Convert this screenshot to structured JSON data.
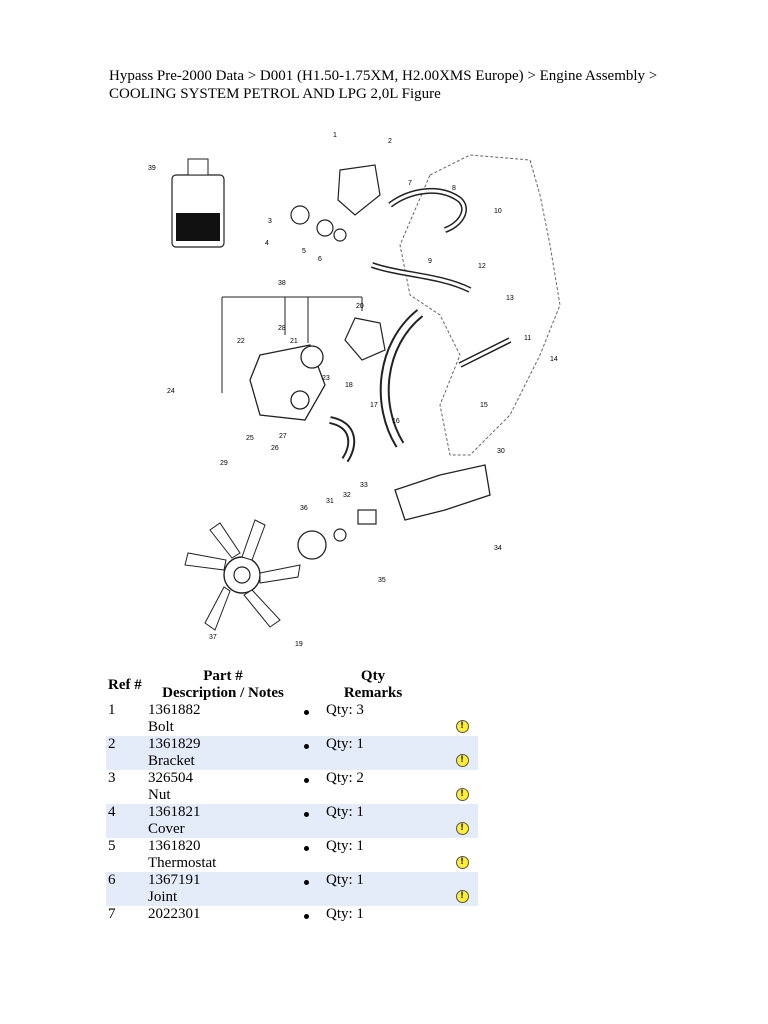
{
  "breadcrumb": "Hypass Pre-2000 Data > D001 (H1.50-1.75XM, H2.00XMS Europe) > Engine Assembly > COOLING SYSTEM PETROL AND LPG 2,0L Figure",
  "figure": {
    "callouts": [
      "1",
      "2",
      "3",
      "4",
      "5",
      "6",
      "7",
      "8",
      "9",
      "10",
      "11",
      "12",
      "13",
      "14",
      "15",
      "16",
      "17",
      "18",
      "19",
      "20",
      "21",
      "22",
      "23",
      "24",
      "25",
      "26",
      "27",
      "28",
      "29",
      "30",
      "31",
      "32",
      "33",
      "34",
      "35",
      "36",
      "37",
      "38",
      "39"
    ]
  },
  "table": {
    "headers": {
      "ref": "Ref #",
      "part": "Part #",
      "description": "Description / Notes",
      "qty": "Qty",
      "remarks": "Remarks"
    },
    "rows": [
      {
        "ref": "1",
        "part": "1361882",
        "desc": "Bolt",
        "qty": "Qty: 3",
        "remark_icon": "warning-icon"
      },
      {
        "ref": "2",
        "part": "1361829",
        "desc": "Bracket",
        "qty": "Qty: 1",
        "remark_icon": "warning-icon"
      },
      {
        "ref": "3",
        "part": "326504",
        "desc": "Nut",
        "qty": "Qty: 2",
        "remark_icon": "warning-icon"
      },
      {
        "ref": "4",
        "part": "1361821",
        "desc": "Cover",
        "qty": "Qty: 1",
        "remark_icon": "warning-icon"
      },
      {
        "ref": "5",
        "part": "1361820",
        "desc": "Thermostat",
        "qty": "Qty: 1",
        "remark_icon": "warning-icon"
      },
      {
        "ref": "6",
        "part": "1367191",
        "desc": "Joint",
        "qty": "Qty: 1",
        "remark_icon": "warning-icon"
      },
      {
        "ref": "7",
        "part": "2022301",
        "desc": "",
        "qty": "Qty: 1",
        "remark_icon": ""
      }
    ]
  }
}
